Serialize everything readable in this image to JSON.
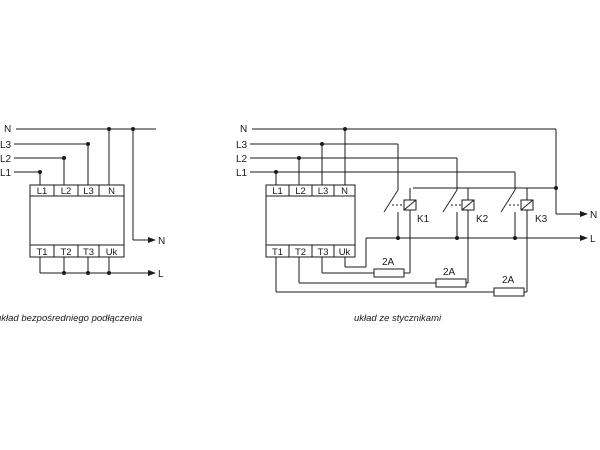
{
  "left": {
    "phase_labels": [
      "N",
      "L3",
      "L2",
      "L1"
    ],
    "top_terminals": [
      "L1",
      "L2",
      "L3",
      "N"
    ],
    "bottom_terminals": [
      "T1",
      "T2",
      "T3",
      "Uk"
    ],
    "out_labels": [
      "N",
      "L"
    ],
    "caption": "układ bezpośredniego podłączenia"
  },
  "right": {
    "phase_labels": [
      "N",
      "L3",
      "L2",
      "L1"
    ],
    "top_terminals": [
      "L1",
      "L2",
      "L3",
      "N"
    ],
    "bottom_terminals": [
      "T1",
      "T2",
      "T3",
      "Uk"
    ],
    "contactors": [
      "K1",
      "K2",
      "K3"
    ],
    "fuses": [
      "2A",
      "2A",
      "2A"
    ],
    "out_labels": [
      "N",
      "L"
    ],
    "caption": "układ ze stycznikami"
  }
}
